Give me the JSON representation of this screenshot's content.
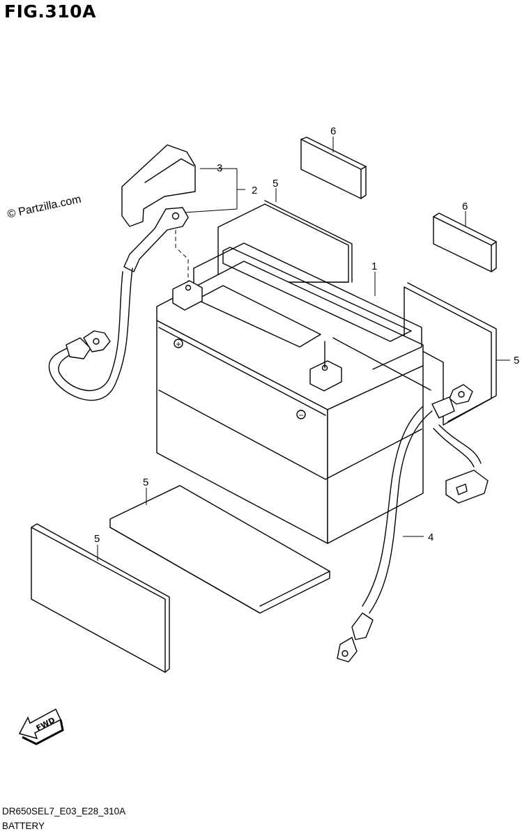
{
  "figure": {
    "title": "FIG.310A",
    "watermark": "© Partzilla.com",
    "drawing_code": "DR650SEL7_E03_E28_310A",
    "caption": "BATTERY"
  },
  "callouts": {
    "c1": "1",
    "c2": "2",
    "c3": "3",
    "c4": "4",
    "c5_top": "5",
    "c5_right": "5",
    "c5_bottom_pad": "5",
    "c5_bottom_left": "5",
    "c6_top": "6",
    "c6_right": "6"
  },
  "arrow": {
    "label": "FWD"
  },
  "terminals": {
    "positive": "+",
    "negative": "−"
  }
}
